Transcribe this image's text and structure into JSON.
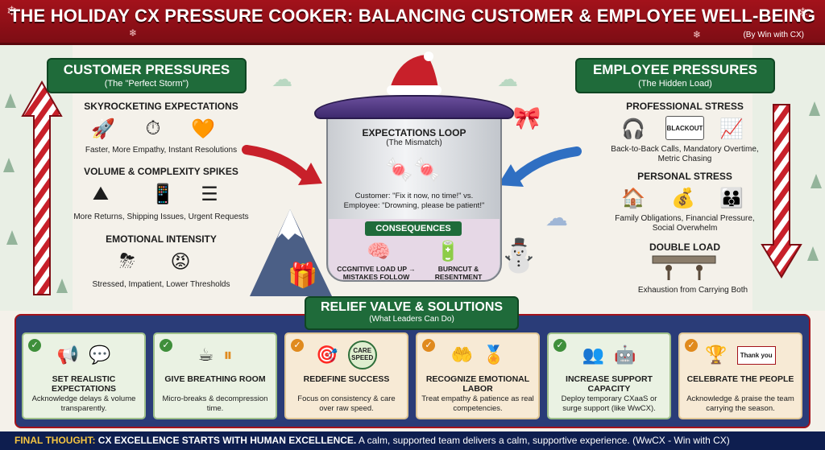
{
  "title": "THE HOLIDAY CX PRESSURE COOKER: BALANCING CUSTOMER & EMPLOYEE WELL-BEING",
  "byline": "(By Win with CX)",
  "customer": {
    "title": "CUSTOMER PRESSURES",
    "subtitle": "(The \"Perfect Storm\")",
    "groups": [
      {
        "heading": "SKYROCKETING EXPECTATIONS",
        "caption": "Faster, More Empathy, Instant Resolutions",
        "icons": [
          "rocket-icon",
          "stopwatch-icon",
          "heart-cookie-icon"
        ]
      },
      {
        "heading": "VOLUME & COMPLEXITY SPIKES",
        "caption": "More Returns, Shipping Issues, Urgent Requests",
        "icons": [
          "mountain-boxes-icon",
          "phone-icon",
          "list-icon"
        ]
      },
      {
        "heading": "EMOTIONAL INTENSITY",
        "caption": "Stressed, Impatient, Lower Thresholds",
        "icons": [
          "storm-cloud-icon",
          "angry-face-icon"
        ]
      }
    ]
  },
  "employee": {
    "title": "EMPLOYEE PRESSURES",
    "subtitle": "(The Hidden Load)",
    "groups": [
      {
        "heading": "PROFESSIONAL STRESS",
        "caption": "Back-to-Back Calls, Mandatory Overtime, Metric Chasing",
        "icons": [
          "headset-icon",
          "calendar-icon",
          "chart-icon"
        ],
        "calendar_label": "BLACKOUT"
      },
      {
        "heading": "PERSONAL STRESS",
        "caption": "Family Obligations, Financial Pressure, Social Overwhelm",
        "icons": [
          "house-icon",
          "money-bag-icon",
          "family-icon"
        ]
      },
      {
        "heading": "DOUBLE LOAD",
        "caption": "Exhaustion from Carrying Both",
        "icons": [
          "carrying-load-icon"
        ]
      }
    ]
  },
  "pot": {
    "loop_title": "EXPECTATIONS LOOP",
    "loop_subtitle": "(The Mismatch)",
    "quote_customer": "Customer: \"Fix it now, no time!\" vs.",
    "quote_employee": "Employee: \"Drowning, please be patient!\"",
    "consequences_title": "CONSEQUENCES",
    "consequence_left": "CCGNITIVE LOAD UP → MISTAKES FOLLOW",
    "consequence_right": "BURNCUT & RESENTMENT"
  },
  "relief": {
    "title": "RELIEF VALVE & SOLUTIONS",
    "subtitle": "(What Leaders Can Do)",
    "cards": [
      {
        "title": "SET REALISTIC EXPECTATIONS",
        "desc": "Acknowledge delays & volume transparently.",
        "style": "green",
        "icons": [
          "📢",
          "💬"
        ]
      },
      {
        "title": "GIVE BREATHING ROOM",
        "desc": "Micro-breaks & decompression time.",
        "style": "green",
        "icons": [
          "☕",
          "⏸"
        ]
      },
      {
        "title": "REDEFINE SUCCESS",
        "desc": "Focus on consistency & care over raw speed.",
        "style": "tan",
        "icons": [
          "🎯"
        ],
        "badge": "CARE SPEED"
      },
      {
        "title": "RECOGNIZE EMOTIONAL LABOR",
        "desc": "Treat empathy & patience as real competencies.",
        "style": "tan",
        "icons": [
          "🤲",
          "🏅"
        ]
      },
      {
        "title": "INCREASE SUPPORT CAPACITY",
        "desc": "Deploy temporary CXaaS or surge support (like WwCX).",
        "style": "green",
        "icons": [
          "👥",
          "🤖"
        ]
      },
      {
        "title": "CELEBRATE THE PEOPLE",
        "desc": "Acknowledge & praise the team carrying the season.",
        "style": "tan",
        "icons": [
          "🏆",
          "✉"
        ],
        "envelope_label": "Thank you"
      }
    ]
  },
  "footer": {
    "lead": "FINAL THOUGHT:",
    "strong": "CX EXCELLENCE STARTS WITH HUMAN EXCELLENCE.",
    "rest": "A calm, supported team delivers a calm, supportive experience. (WwCX - Win with CX)"
  },
  "colors": {
    "banner_red": "#a3121b",
    "section_green": "#1f6b3a",
    "relief_blue": "#2a3c78",
    "footer_navy": "#0e1e4f",
    "highlight_yellow": "#f5c542"
  }
}
